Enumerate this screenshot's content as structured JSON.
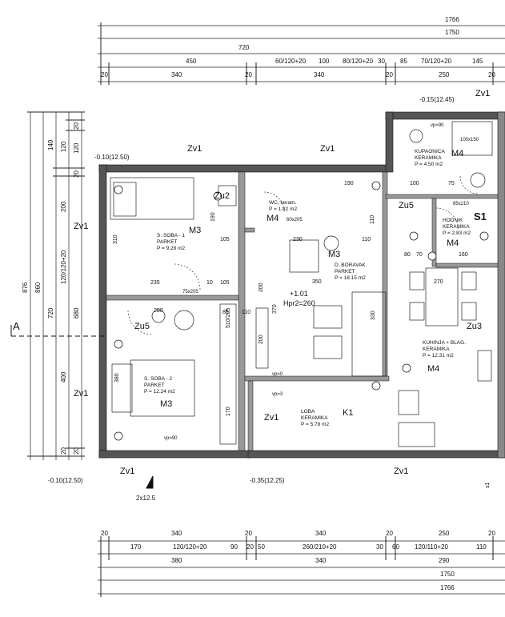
{
  "dimensions": {
    "top": {
      "r1": [
        "1766"
      ],
      "r2": [
        "1750"
      ],
      "r3": [
        "720"
      ],
      "r4": [
        "450",
        "60/120+20",
        "100",
        "80/120+20",
        "30",
        "85",
        "70/120+20",
        "145"
      ],
      "r5": [
        "20",
        "340",
        "20",
        "340",
        "20",
        "250",
        "20"
      ]
    },
    "bottom": {
      "r1": [
        "20",
        "340",
        "20",
        "340",
        "20",
        "250",
        "20"
      ],
      "r2": [
        "170",
        "120/120+20",
        "90",
        "20",
        "50",
        "260/210+20",
        "30",
        "60",
        "120/110+20",
        "110"
      ],
      "r3": [
        "380",
        "340",
        "290"
      ],
      "r4": [
        "1750"
      ],
      "r5": [
        "1766"
      ]
    },
    "left": {
      "outer": "876",
      "c2": "860",
      "c3a": "140",
      "c3b": "720",
      "c4": [
        "120",
        "200",
        "120/120+20",
        "400",
        "20"
      ],
      "c5": [
        "20",
        "120",
        "20",
        "680",
        "20"
      ]
    }
  },
  "levels": {
    "top_left": "-0.10(12.50)",
    "top_right": "-0.15(12.45)",
    "bottom_left": "-0.10(12.50)",
    "bottom_mid": "-0.35(12.25)",
    "floor": "+1.01",
    "height": "Hpr2=260",
    "stair": "2x12.5"
  },
  "rooms": [
    {
      "id": "soba1",
      "name": "S. SOBA - 1",
      "floor": "PARKET",
      "area": "P = 9.28 m2",
      "tag": "M3"
    },
    {
      "id": "wc",
      "name": "WC, keram.",
      "floor": "",
      "area": "P = 1.82 m2",
      "tag": "M4"
    },
    {
      "id": "boravak",
      "name": "D. BORAVAK",
      "floor": "PARKET",
      "area": "P = 18.15 m2",
      "tag": "M3"
    },
    {
      "id": "kupaonica",
      "name": "KUPAONICA",
      "floor": "KERAMIKA",
      "area": "P = 4.50 m2",
      "tag": "M4"
    },
    {
      "id": "hodnik",
      "name": "HODNIK",
      "floor": "KERAMIKA",
      "area": "P = 2.83 m2",
      "tag": "M4"
    },
    {
      "id": "kuhinja",
      "name": "KUHINJA + BLAG.",
      "floor": "KERAMIKA",
      "area": "P = 12.31 m2",
      "tag": "M4"
    },
    {
      "id": "soba2",
      "name": "S. SOBA - 2",
      "floor": "PARKET",
      "area": "P = 12.24 m2",
      "tag": "M3"
    },
    {
      "id": "loba",
      "name": "LOBA",
      "floor": "KERAMIKA",
      "area": "P = 5.78 m2",
      "tag": "K1"
    }
  ],
  "wall_tags": {
    "zv1": "Zv1",
    "zu2": "Zu2",
    "zu3": "Zu3",
    "zu5": "Zu5",
    "s1": "S1",
    "section": "A",
    "section_mark": "s1"
  },
  "small_labels": {
    "vp90": "vp=90",
    "vp3": "vp=3",
    "vp0": "vp=0",
    "tub": "100x150",
    "door_75x205": "75x205",
    "door_60x205": "60x205",
    "door_85x210": "85x210",
    "d190": "190",
    "d100": "100",
    "d75": "75",
    "d160": "160",
    "d230": "230",
    "d110": "110",
    "d110b": "110",
    "d350": "350",
    "d370": "370",
    "d270": "270",
    "d80": "80",
    "d70": "70",
    "d10": "10",
    "d105": "105",
    "d105b": "105",
    "d235": "235",
    "d190b": "190",
    "d85": "85",
    "d110c": "110",
    "d510_205": "510/205",
    "d200": "200",
    "d170": "170",
    "d380": "380",
    "d330": "330",
    "d310": "310",
    "d280": "280",
    "d200b": "200"
  }
}
